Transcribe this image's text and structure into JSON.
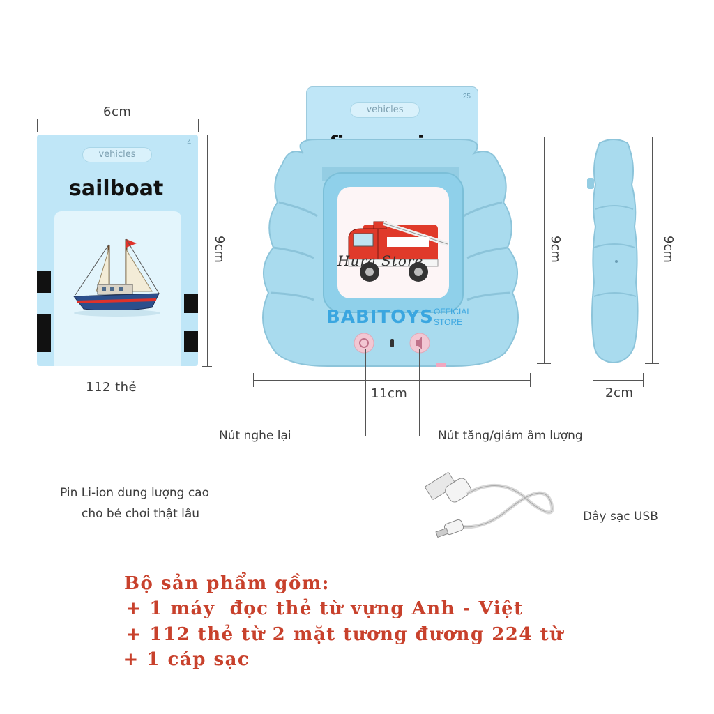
{
  "card": {
    "category": "vehicles",
    "number": "4",
    "word": "sailboat",
    "width_label": "6cm",
    "height_label": "9cm",
    "count_label": "112 thẻ"
  },
  "device": {
    "card_category": "vehicles",
    "card_number": "25",
    "card_word": "fire engine",
    "brand": "BABITOYS",
    "brand_sub1": "OFFICIAL",
    "brand_sub2": "STORE",
    "watermark": "Hura Store",
    "width_label": "11cm",
    "height_label": "9cm"
  },
  "side": {
    "height_label": "9cm",
    "depth_label": "2cm"
  },
  "callouts": {
    "replay": "Nút nghe lại",
    "volume": "Nút tăng/giảm âm lượng",
    "battery_line1": "Pin Li-ion dung lượng cao",
    "battery_line2": "cho bé chơi thật lâu",
    "usb": "Dây sạc USB"
  },
  "package": {
    "title": "Bộ sản phẩm gồm:",
    "items": [
      " + 1 máy  đọc thẻ từ vựng Anh - Việt",
      " + 112 thẻ từ 2 mặt tương đương 224 từ",
      " + 1 cáp sạc"
    ]
  },
  "colors": {
    "device_blue": "#a9dbee",
    "card_blue": "#bfe6f7",
    "title_red": "#c8412c",
    "brand_blue": "#3aa6e0"
  }
}
